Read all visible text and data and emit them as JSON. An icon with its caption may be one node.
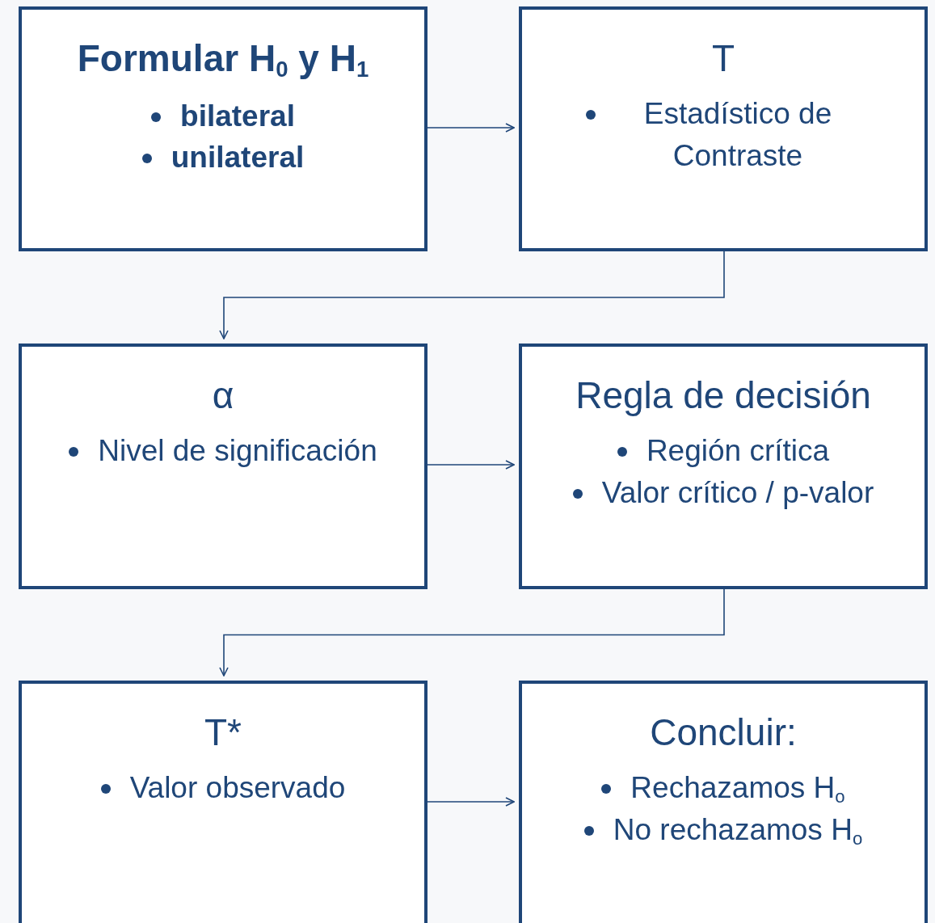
{
  "diagram": {
    "nodes": [
      {
        "text": [
          "Formular H$_{0}$ y H$_{1}$",
          "bilateral",
          "unilateral"
        ]
      },
      {
        "text": [
          "T",
          "Estadístico de Contraste"
        ]
      },
      {
        "text": [
          "α",
          "Nivel de significación"
        ]
      },
      {
        "text": [
          "Regla de decisión",
          "Región crítica",
          "Valor crítico / p-valor"
        ]
      },
      {
        "text": [
          "T*",
          "Valor observado"
        ]
      },
      {
        "text": [
          "Concluir:",
          "Rechazamos H$_{o}$",
          "No  rechazamos H$_{o}$"
        ]
      }
    ],
    "edges": [
      {
        "from": 0,
        "to": 1,
        "arrow": "to"
      },
      {
        "from": 1,
        "to": 2,
        "arrow": "to"
      },
      {
        "from": 2,
        "to": 3,
        "arrow": "to"
      },
      {
        "from": 3,
        "to": 4,
        "arrow": "to"
      },
      {
        "from": 4,
        "to": 5,
        "arrow": "to"
      }
    ]
  }
}
